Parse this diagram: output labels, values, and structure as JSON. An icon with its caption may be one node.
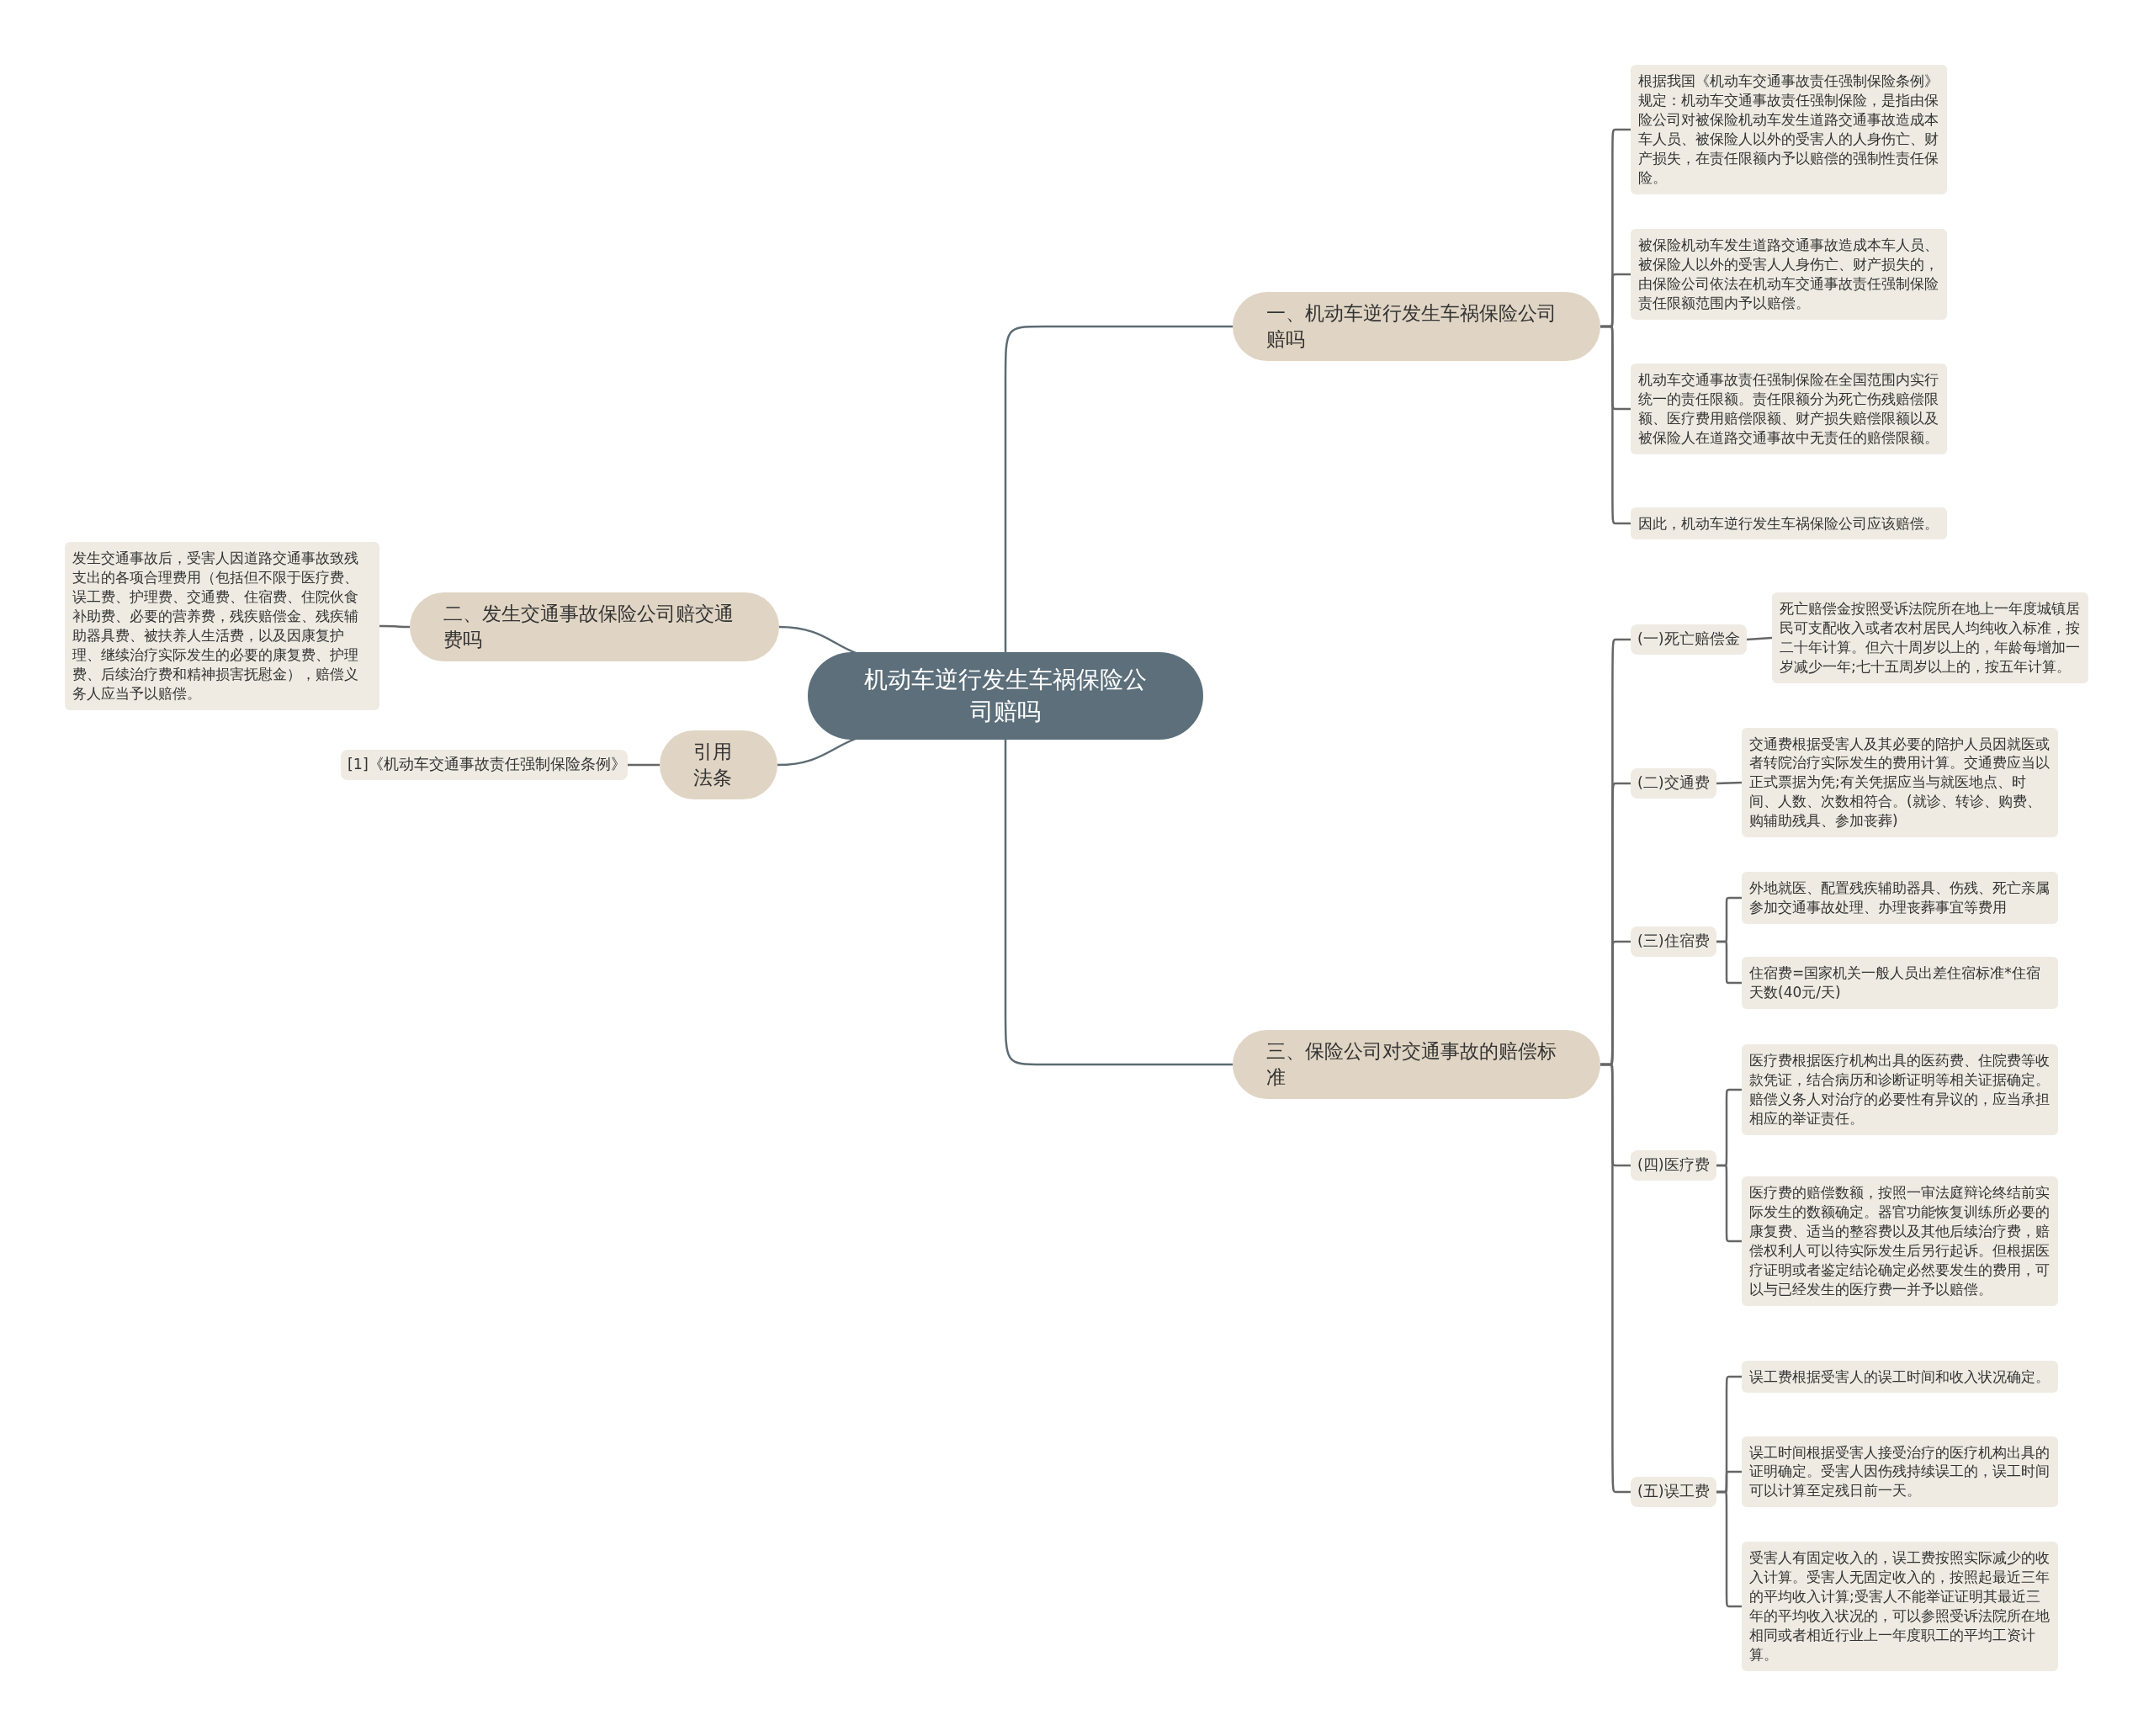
{
  "diagram": {
    "nodes": [
      {
        "text": [
          "机动车逆行发生车祸保险公司赔吗"
        ]
      },
      {
        "text": [
          "一、机动车逆行发生车祸保险公司赔吗"
        ]
      },
      {
        "text": [
          "根据我国《机动车交通事故责任强制保险条例》规定：机动车交通事故责任强制保险，是指由保险公司对被保险机动车发生道路交通事故造成本车人员、被保险人以外的受害人的人身伤亡、财产损失，在责任限额内予以赔偿的强制性责任保险。"
        ]
      },
      {
        "text": [
          "被保险机动车发生道路交通事故造成本车人员、被保险人以外的受害人人身伤亡、财产损失的，由保险公司依法在机动车交通事故责任强制保险责任限额范围内予以赔偿。"
        ]
      },
      {
        "text": [
          "机动车交通事故责任强制保险在全国范围内实行统一的责任限额。责任限额分为死亡伤残赔偿限额、医疗费用赔偿限额、财产损失赔偿限额以及被保险人在道路交通事故中无责任的赔偿限额。"
        ]
      },
      {
        "text": [
          "因此，机动车逆行发生车祸保险公司应该赔偿。"
        ]
      },
      {
        "text": [
          "二、发生交通事故保险公司赔交通费吗"
        ]
      },
      {
        "text": [
          "发生交通事故后，受害人因道路交通事故致残支出的各项合理费用（包括但不限于医疗费、误工费、护理费、交通费、住宿费、住院伙食补助费、必要的营养费，残疾赔偿金、残疾辅助器具费、被扶养人生活费，以及因康复护理、继续治疗实际发生的必要的康复费、护理费、后续治疗费和精神损害抚慰金），赔偿义务人应当予以赔偿。"
        ]
      },
      {
        "text": [
          "引用法条"
        ]
      },
      {
        "text": [
          "[1]《机动车交通事故责任强制保险条例》"
        ]
      },
      {
        "text": [
          "三、保险公司对交通事故的赔偿标准"
        ]
      },
      {
        "text": [
          "(一)死亡赔偿金"
        ]
      },
      {
        "text": [
          "死亡赔偿金按照受诉法院所在地上一年度城镇居民可支配收入或者农村居民人均纯收入标准，按二十年计算。但六十周岁以上的，年龄每增加一岁减少一年;七十五周岁以上的，按五年计算。"
        ]
      },
      {
        "text": [
          "(二)交通费"
        ]
      },
      {
        "text": [
          "交通费根据受害人及其必要的陪护人员因就医或者转院治疗实际发生的费用计算。交通费应当以正式票据为凭;有关凭据应当与就医地点、时间、人数、次数相符合。(就诊、转诊、购费、购辅助残具、参加丧葬)"
        ]
      },
      {
        "text": [
          "(三)住宿费"
        ]
      },
      {
        "text": [
          "外地就医、配置残疾辅助器具、伤残、死亡亲属参加交通事故处理、办理丧葬事宜等费用"
        ]
      },
      {
        "text": [
          "住宿费=国家机关一般人员出差住宿标准*住宿天数(40元/天)"
        ]
      },
      {
        "text": [
          "(四)医疗费"
        ]
      },
      {
        "text": [
          "医疗费根据医疗机构出具的医药费、住院费等收款凭证，结合病历和诊断证明等相关证据确定。赔偿义务人对治疗的必要性有异议的，应当承担相应的举证责任。"
        ]
      },
      {
        "text": [
          "医疗费的赔偿数额，按照一审法庭辩论终结前实际发生的数额确定。器官功能恢复训练所必要的康复费、适当的整容费以及其他后续治疗费，赔偿权利人可以待实际发生后另行起诉。但根据医疗证明或者鉴定结论确定必然要发生的费用，可以与已经发生的医疗费一并予以赔偿。"
        ]
      },
      {
        "text": [
          "(五)误工费"
        ]
      },
      {
        "text": [
          "误工费根据受害人的误工时间和收入状况确定。"
        ]
      },
      {
        "text": [
          "误工时间根据受害人接受治疗的医疗机构出具的证明确定。受害人因伤残持续误工的，误工时间可以计算至定残日前一天。"
        ]
      },
      {
        "text": [
          "受害人有固定收入的，误工费按照实际减少的收入计算。受害人无固定收入的，按照起最近三年的平均收入计算;受害人不能举证证明其最近三年的平均收入状况的，可以参照受诉法院所在地相同或者相近行业上一年度职工的平均工资计算。"
        ]
      }
    ],
    "edges": [
      {
        "from": 0,
        "to": 1,
        "arrow": "none"
      },
      {
        "from": 0,
        "to": 6,
        "arrow": "none"
      },
      {
        "from": 0,
        "to": 8,
        "arrow": "none"
      },
      {
        "from": 0,
        "to": 10,
        "arrow": "none"
      },
      {
        "from": 1,
        "to": 2,
        "arrow": "none"
      },
      {
        "from": 1,
        "to": 3,
        "arrow": "none"
      },
      {
        "from": 1,
        "to": 4,
        "arrow": "none"
      },
      {
        "from": 1,
        "to": 5,
        "arrow": "none"
      },
      {
        "from": 6,
        "to": 7,
        "arrow": "none"
      },
      {
        "from": 8,
        "to": 9,
        "arrow": "none"
      },
      {
        "from": 10,
        "to": 11,
        "arrow": "none"
      },
      {
        "from": 10,
        "to": 13,
        "arrow": "none"
      },
      {
        "from": 10,
        "to": 15,
        "arrow": "none"
      },
      {
        "from": 10,
        "to": 18,
        "arrow": "none"
      },
      {
        "from": 10,
        "to": 21,
        "arrow": "none"
      },
      {
        "from": 11,
        "to": 12,
        "arrow": "none"
      },
      {
        "from": 13,
        "to": 14,
        "arrow": "none"
      },
      {
        "from": 15,
        "to": 16,
        "arrow": "none"
      },
      {
        "from": 15,
        "to": 17,
        "arrow": "none"
      },
      {
        "from": 18,
        "to": 19,
        "arrow": "none"
      },
      {
        "from": 18,
        "to": 20,
        "arrow": "none"
      },
      {
        "from": 21,
        "to": 22,
        "arrow": "none"
      },
      {
        "from": 21,
        "to": 23,
        "arrow": "none"
      },
      {
        "from": 21,
        "to": 24,
        "arrow": "none"
      }
    ]
  }
}
